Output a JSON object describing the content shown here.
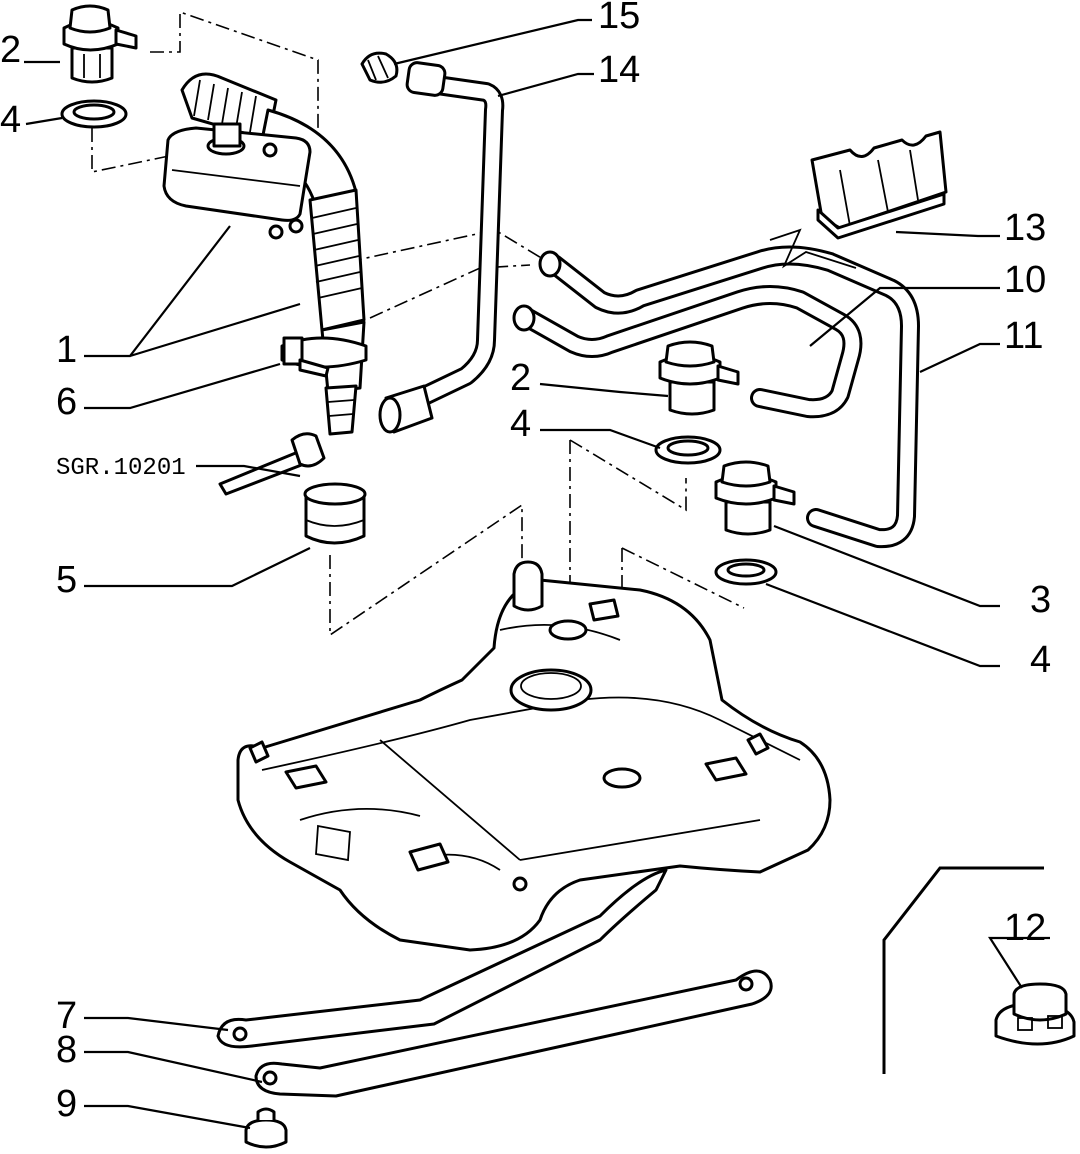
{
  "labels": {
    "l1": "1",
    "l2a": "2",
    "l2b": "2",
    "l3": "3",
    "l4a": "4",
    "l4b": "4",
    "l4c": "4",
    "l5": "5",
    "l6": "6",
    "l7": "7",
    "l8": "8",
    "l9": "9",
    "l10": "10",
    "l11": "11",
    "l12": "12",
    "l13": "13",
    "l14": "14",
    "l15": "15",
    "ref": "SGR.10201"
  }
}
